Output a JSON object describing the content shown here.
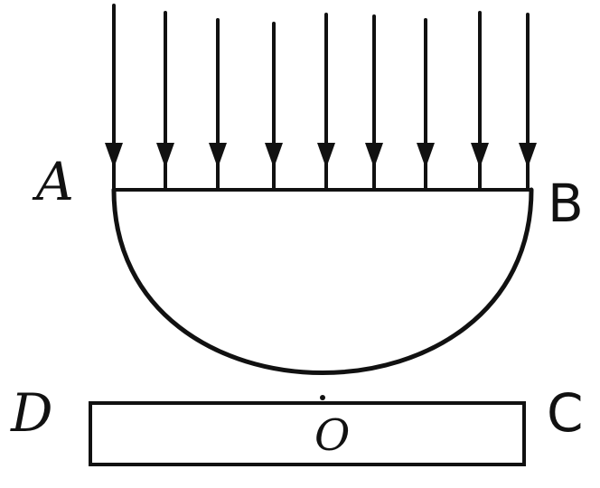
{
  "labels": {
    "a": "A",
    "b": "B",
    "c": "C",
    "d": "D",
    "o": "O"
  },
  "style": {
    "ink": "#111111",
    "background": "#ffffff"
  },
  "rays": {
    "count": 9,
    "direction": "down"
  }
}
